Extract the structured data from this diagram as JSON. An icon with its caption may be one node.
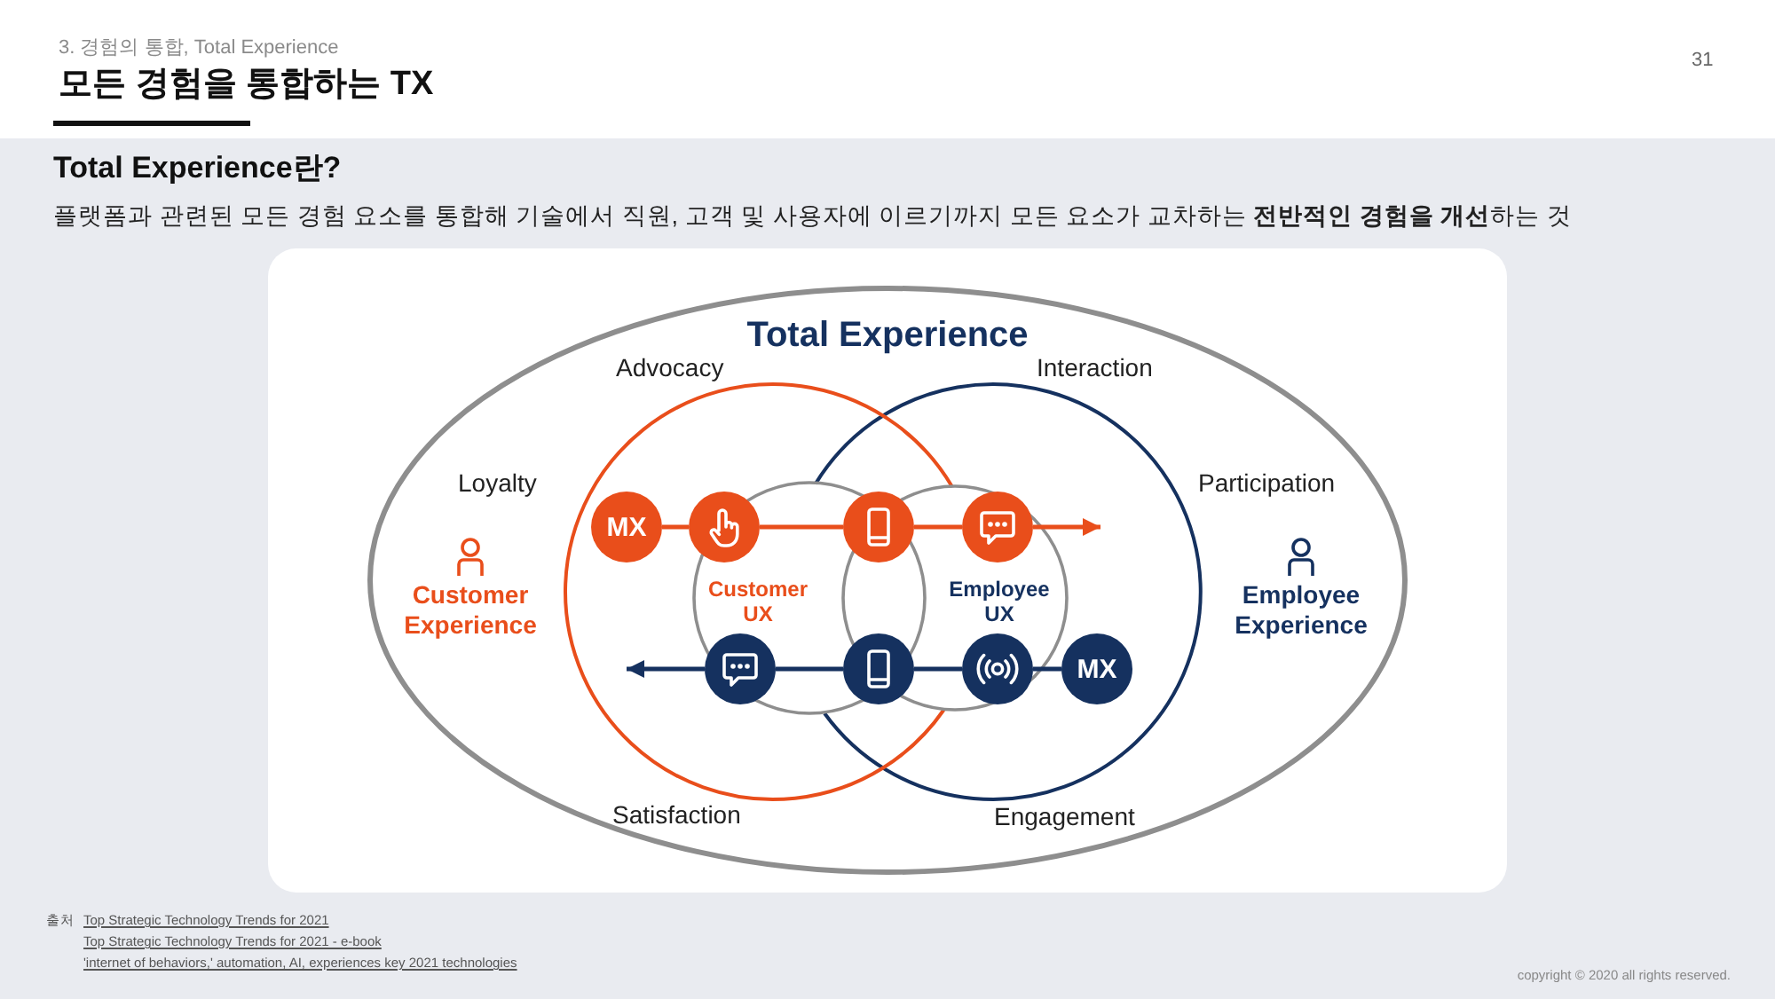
{
  "diagram": {
    "title": "모든 경험을 통합하는 TX",
    "nodes": [
      {
        "text": [
          "Total Experience"
        ]
      },
      {
        "text": [
          "Customer Experience"
        ],
        "in": 0
      },
      {
        "text": [
          "Employee Experience"
        ],
        "in": 0
      },
      {
        "text": [
          "Customer UX"
        ],
        "in": 1
      },
      {
        "text": [
          "Employee UX"
        ],
        "in": 2
      },
      {
        "text": [
          "MX"
        ],
        "in": 1
      },
      {
        "text": [],
        "shape": "circle",
        "in": 1
      },
      {
        "text": [],
        "shape": "circle"
      },
      {
        "text": [],
        "shape": "circle",
        "in": 4
      },
      {
        "text": [],
        "shape": "circle",
        "in": 3
      },
      {
        "text": [],
        "shape": "circle"
      },
      {
        "text": [],
        "shape": "circle",
        "in": 4
      },
      {
        "text": [
          "MX"
        ],
        "in": 2
      }
    ],
    "edges": [
      {
        "from": 5,
        "to": 6,
        "arrow": "none",
        "color": "#e94e1b"
      },
      {
        "from": 6,
        "to": 7,
        "arrow": "none",
        "color": "#e94e1b"
      },
      {
        "from": 7,
        "to": 8,
        "arrow": "none",
        "color": "#e94e1b"
      },
      {
        "from": 8,
        "to": null,
        "arrow": "to",
        "color": "#e94e1b"
      },
      {
        "from": 12,
        "to": 11,
        "arrow": "none",
        "color": "#15315f"
      },
      {
        "from": 11,
        "to": 10,
        "arrow": "none",
        "color": "#15315f"
      },
      {
        "from": 10,
        "to": 9,
        "arrow": "none",
        "color": "#15315f"
      },
      {
        "from": 9,
        "to": null,
        "arrow": "to",
        "color": "#15315f"
      }
    ],
    "labels": [
      "3. 경험의 통합, Total Experience",
      "31",
      "Total Experience란?",
      "플랫폼과 관련된 모든 경험 요소를 통합해 기술에서 직원, 고객 및 사용자에 이르기까지 모든 요소가 교차하는 **전반적인 경험을 개선**하는 것",
      "Advocacy",
      "Interaction",
      "Loyalty",
      "Participation",
      "Satisfaction",
      "Engagement",
      "출처",
      "Top Strategic Technology Trends for 2021",
      "Top Strategic Technology Trends for 2021 - e-book",
      "'internet of behaviors,' automation, AI, experiences key 2021 technologies",
      "copyright © 2020 all rights reserved."
    ]
  }
}
